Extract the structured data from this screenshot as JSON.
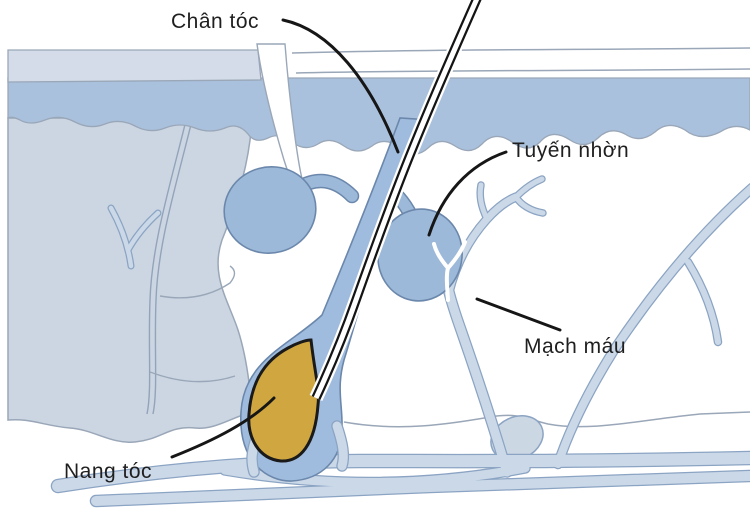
{
  "diagram": {
    "description_labels": {
      "hair_root": "Chân tóc",
      "sebaceous_gland": "Tuyến nhờn",
      "blood_vessel": "Mạch máu",
      "hair_follicle": "Nang tóc"
    },
    "colors": {
      "background": "#ffffff",
      "epidermis_blue": "#a9c1dd",
      "surface_pale_band": "#d3dce8",
      "dermis_light": "#ccd6e2",
      "follicle_sheath_blue": "#9fbcde",
      "gland_blue": "#9cb9d9",
      "vessel_fill": "#cbd8e8",
      "vessel_outline": "#8ba4c3",
      "papilla_yellow": "#cfa63f",
      "outline_gray": "#9aa7b8",
      "leader_line": "#161616",
      "label_text": "#1f1f1f"
    }
  }
}
